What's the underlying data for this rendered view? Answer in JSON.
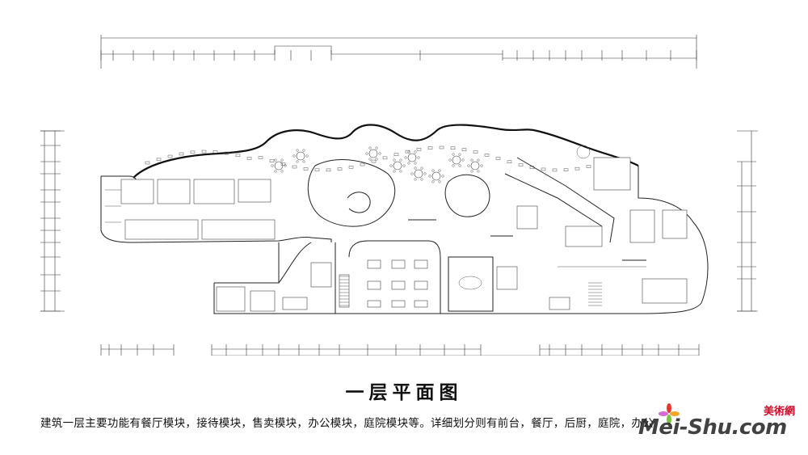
{
  "title": "一层平面图",
  "description": "建筑一层主要功能有餐厅模块，接待模块，售卖模块，办公模块，庭院模块等。详细划分则有前台，餐厅，后厨，庭院，办公等功能区",
  "watermark": {
    "cn": "美術網",
    "en": "Mei-Shu.com",
    "accent_colors": [
      "#e8362f",
      "#f5a623",
      "#7cc242",
      "#d46bd6"
    ]
  }
}
